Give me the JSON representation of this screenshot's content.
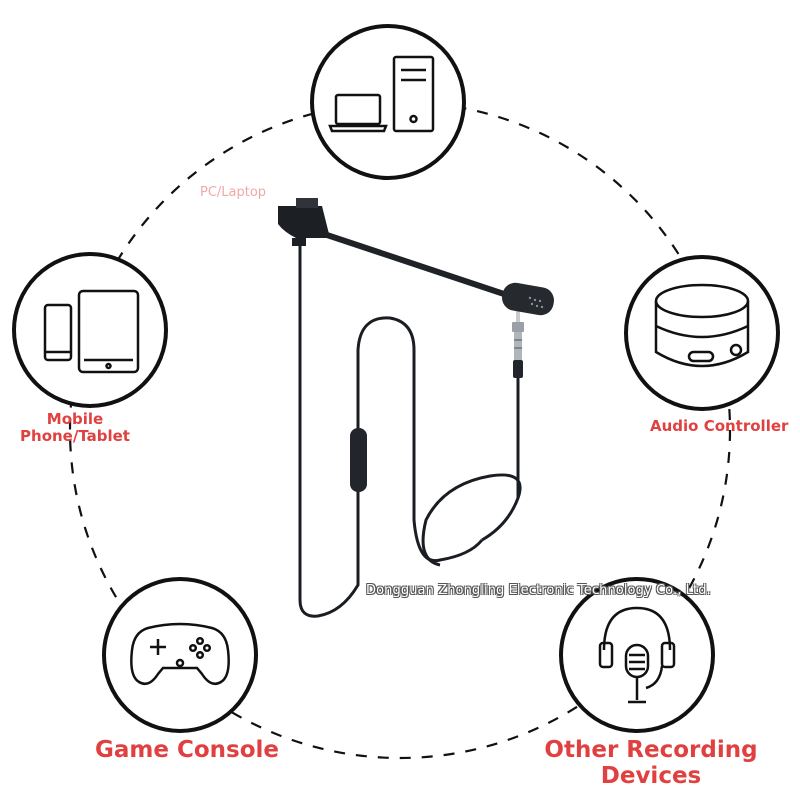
{
  "labels": {
    "pc": "PC/Laptop",
    "mobile_line1": "Mobile",
    "mobile_line2": "Phone/Tablet",
    "audio": "Audio Controller",
    "game": "Game Console",
    "other": "Other Recording Devices"
  },
  "watermark": "Dongguan Zhongling Electronic Technology Co., Ltd.",
  "icons": [
    "laptop-icon",
    "desktop-tower-icon",
    "smartphone-icon",
    "tablet-icon",
    "audio-controller-icon",
    "gamepad-icon",
    "headset-microphone-icon",
    "boom-microphone-cable"
  ],
  "colors": {
    "label_red": "#e0403f",
    "label_pc": "#f0a9a9",
    "ring": "#111111",
    "cable": "#1a1d22"
  }
}
